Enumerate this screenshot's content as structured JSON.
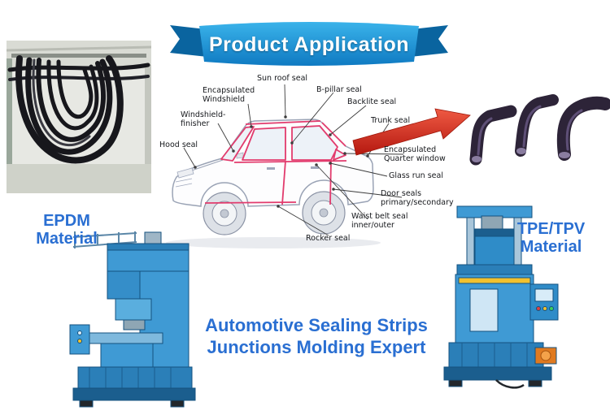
{
  "banner": {
    "title": "Product Application"
  },
  "materials": {
    "epdm": "EPDM\nMaterial",
    "tpe": "TPE/TPV\nMaterial"
  },
  "tagline": "Automotive Sealing Strips\nJunctions Molding Expert",
  "car_labels": [
    {
      "id": "sun-roof-seal",
      "text": "Sun roof seal"
    },
    {
      "id": "encapsulated-windshield",
      "text": "Encapsulated\nWindshield"
    },
    {
      "id": "b-pillar-seal",
      "text": "B-pillar seal"
    },
    {
      "id": "backlite-seal",
      "text": "Backlite seal"
    },
    {
      "id": "windshield-finisher",
      "text": "Windshield-\nfinisher"
    },
    {
      "id": "trunk-seal",
      "text": "Trunk seal"
    },
    {
      "id": "hood-seal",
      "text": "Hood seal"
    },
    {
      "id": "encapsulated-quarter-window",
      "text": "Encapsulated\nQuarter window"
    },
    {
      "id": "glass-run-seal",
      "text": "Glass run seal"
    },
    {
      "id": "door-seals",
      "text": "Door seals\nprimary/secondary"
    },
    {
      "id": "waist-belt-seal",
      "text": "Waist belt seal\ninner/outer"
    },
    {
      "id": "rocker-seal",
      "text": "Rocker seal"
    }
  ],
  "images": {
    "photo": "rubber-sealing-strips-photo",
    "car": "car-seal-application-diagram",
    "arrow": "red-arrow-icon",
    "corner_seals": "corner-seal-samples-image",
    "machine_left": "c-frame-injection-molding-machine",
    "machine_right": "vertical-injection-molding-machine"
  },
  "colors": {
    "banner_blue": "#1289cf",
    "banner_dark_blue": "#0a649f",
    "accent_text_blue": "#2a6fd2",
    "seal_highlight_red": "#e23b6d",
    "arrow_red": "#d6281e",
    "machine_blue": "#3f9ad4",
    "rubber_dark": "#2d2438"
  }
}
